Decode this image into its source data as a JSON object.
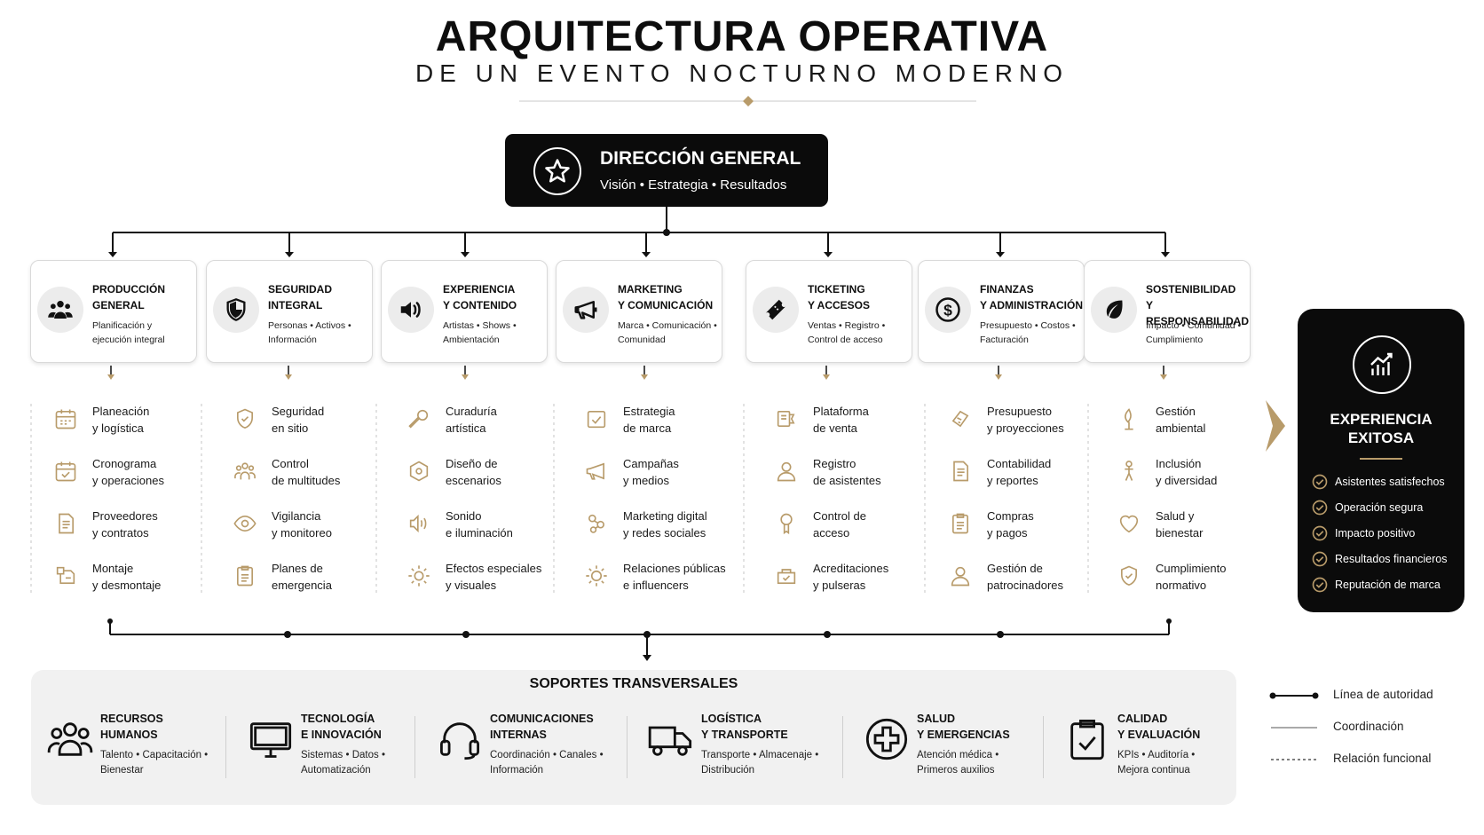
{
  "title": "ARQUITECTURA OPERATIVA",
  "subtitle": "DE UN EVENTO NOCTURNO MODERNO",
  "colors": {
    "accent_gold": "#b89b6a",
    "dark": "#0b0b0b",
    "support_bg": "#f1f1f1"
  },
  "top": {
    "title": "DIRECCIÓN GENERAL",
    "subtitle": "Visión • Estrategia • Resultados",
    "icon": "star-icon"
  },
  "departments": [
    {
      "name": "PRODUCCIÓN\nGENERAL",
      "desc": "Planificación y\nejecución integral",
      "icon": "people-icon",
      "items": [
        {
          "label": "Planeación\ny logística",
          "icon": "calendar-icon"
        },
        {
          "label": "Cronograma\ny operaciones",
          "icon": "calendar-check-icon"
        },
        {
          "label": "Proveedores\ny contratos",
          "icon": "document-icon"
        },
        {
          "label": "Montaje\ny desmontaje",
          "icon": "build-icon"
        }
      ]
    },
    {
      "name": "SEGURIDAD\nINTEGRAL",
      "desc": "Personas • Activos •\nInformación",
      "icon": "shield-icon",
      "items": [
        {
          "label": "Seguridad\nen sitio",
          "icon": "shield-check-icon"
        },
        {
          "label": "Control\nde multitudes",
          "icon": "crowd-icon"
        },
        {
          "label": "Vigilancia\ny monitoreo",
          "icon": "eye-icon"
        },
        {
          "label": "Planes de\nemergencia",
          "icon": "clipboard-icon"
        }
      ]
    },
    {
      "name": "EXPERIENCIA\nY CONTENIDO",
      "desc": "Artistas • Shows •\nAmbientación",
      "icon": "speaker-icon",
      "items": [
        {
          "label": "Curaduría\nartística",
          "icon": "microphone-icon"
        },
        {
          "label": "Diseño de\nescenarios",
          "icon": "stage-icon"
        },
        {
          "label": "Sonido\ne iluminación",
          "icon": "sound-icon"
        },
        {
          "label": "Efectos especiales\ny visuales",
          "icon": "sparkle-icon"
        }
      ]
    },
    {
      "name": "MARKETING\nY COMUNICACIÓN",
      "desc": "Marca • Comunicación •\nComunidad",
      "icon": "megaphone-icon",
      "items": [
        {
          "label": "Estrategia\nde marca",
          "icon": "target-icon"
        },
        {
          "label": "Campañas\ny medios",
          "icon": "megaphone-small-icon"
        },
        {
          "label": "Marketing digital\ny redes sociales",
          "icon": "network-icon"
        },
        {
          "label": "Relaciones públicas\ne influencers",
          "icon": "sun-icon"
        }
      ]
    },
    {
      "name": "TICKETING\nY ACCESOS",
      "desc": "Ventas • Registro •\nControl de acceso",
      "icon": "ticket-icon",
      "items": [
        {
          "label": "Plataforma\nde venta",
          "icon": "ticket-small-icon"
        },
        {
          "label": "Registro\nde asistentes",
          "icon": "user-icon"
        },
        {
          "label": "Control de\nacceso",
          "icon": "badge-icon"
        },
        {
          "label": "Acreditaciones\ny pulseras",
          "icon": "wristband-icon"
        }
      ]
    },
    {
      "name": "FINANZAS\nY ADMINISTRACIÓN",
      "desc": "Presupuesto • Costos •\nFacturación",
      "icon": "dollar-icon",
      "items": [
        {
          "label": "Presupuesto\ny proyecciones",
          "icon": "coins-icon"
        },
        {
          "label": "Contabilidad\ny reportes",
          "icon": "report-icon"
        },
        {
          "label": "Compras\ny pagos",
          "icon": "receipt-icon"
        },
        {
          "label": "Gestión de\npatrocinadores",
          "icon": "person-icon"
        }
      ]
    },
    {
      "name": "SOSTENIBILIDAD\nY RESPONSABILIDAD",
      "desc": "Impacto • Comunidad •\nCumplimiento",
      "icon": "leaf-icon",
      "items": [
        {
          "label": "Gestión\nambiental",
          "icon": "plant-icon"
        },
        {
          "label": "Inclusión\ny diversidad",
          "icon": "inclusion-icon"
        },
        {
          "label": "Salud y\nbienestar",
          "icon": "heart-icon"
        },
        {
          "label": "Cumplimiento\nnormativo",
          "icon": "shield-small-icon"
        }
      ]
    }
  ],
  "experience": {
    "title": "EXPERIENCIA\nEXITOSA",
    "icon": "growth-chart-icon",
    "items": [
      "Asistentes satisfechos",
      "Operación segura",
      "Impacto positivo",
      "Resultados financieros",
      "Reputación de marca"
    ]
  },
  "supports": {
    "title": "SOPORTES TRANSVERSALES",
    "items": [
      {
        "name": "RECURSOS\nHUMANOS",
        "desc": "Talento • Capacitación •\nBienestar",
        "icon": "team-icon"
      },
      {
        "name": "TECNOLOGÍA\nE INNOVACIÓN",
        "desc": "Sistemas • Datos •\nAutomatización",
        "icon": "monitor-icon"
      },
      {
        "name": "COMUNICACIONES\nINTERNAS",
        "desc": "Coordinación • Canales •\nInformación",
        "icon": "headset-icon"
      },
      {
        "name": "LOGÍSTICA\nY TRANSPORTE",
        "desc": "Transporte • Almacenaje •\nDistribución",
        "icon": "truck-icon"
      },
      {
        "name": "SALUD\nY EMERGENCIAS",
        "desc": "Atención médica •\nPrimeros auxilios",
        "icon": "medical-cross-icon"
      },
      {
        "name": "CALIDAD\nY EVALUACIÓN",
        "desc": "KPIs • Auditoría •\nMejora continua",
        "icon": "clipboard-check-icon"
      }
    ]
  },
  "legend": [
    {
      "label": "Línea de autoridad",
      "style": "solid-dots"
    },
    {
      "label": "Coordinación",
      "style": "solid"
    },
    {
      "label": "Relación funcional",
      "style": "dashed"
    }
  ]
}
